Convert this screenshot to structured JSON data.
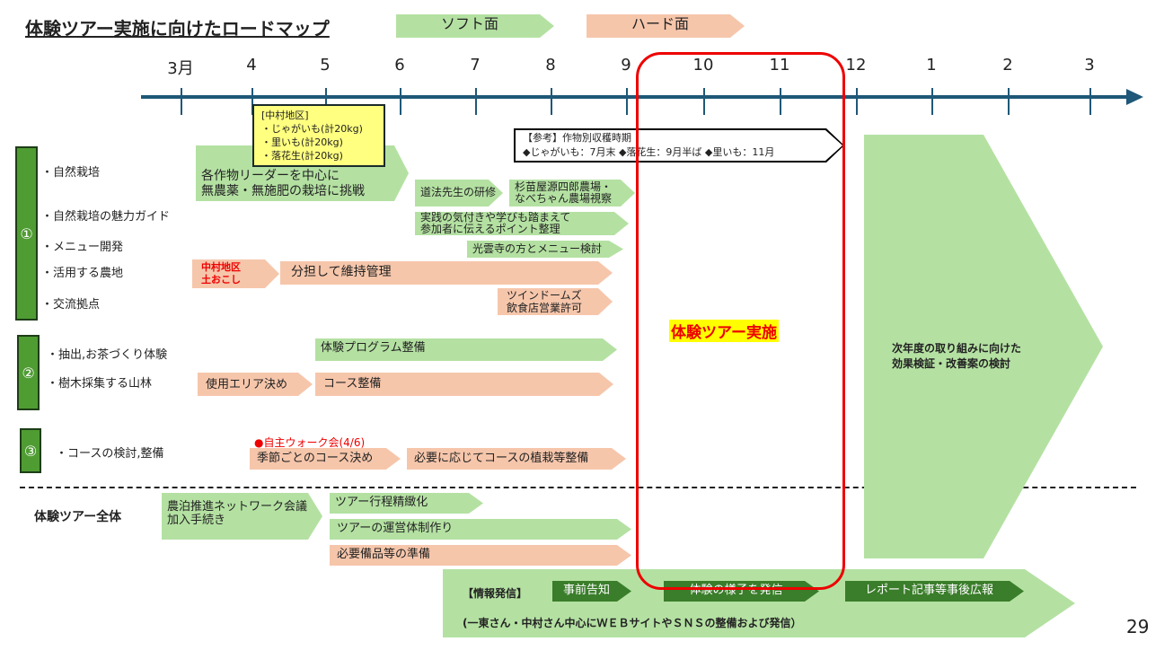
{
  "title": "体験ツアー実施に向けたロードマップ",
  "legend": {
    "soft": "ソフト面",
    "hard": "ハード面"
  },
  "months": [
    "3月",
    "4",
    "5",
    "6",
    "7",
    "8",
    "9",
    "10",
    "11",
    "12",
    "1",
    "2",
    "3"
  ],
  "yellow_note": {
    "title": "[中村地区]",
    "items": [
      "・じゃがいも(計20kg)",
      "・里いも(計20kg)",
      "・落花生(計20kg)"
    ]
  },
  "reference": {
    "title": "【参考】作物別収穫時期",
    "body": "◆じゃがいも：7月末 ◆落花生：9月半ば ◆里いも：11月"
  },
  "sections": [
    {
      "number": "①",
      "items": [
        "・自然栽培",
        "・自然栽培の魅力ガイド",
        "・メニュー開発",
        "・活用する農地",
        "・交流拠点"
      ]
    },
    {
      "number": "②",
      "items": [
        "・抽出,お茶づくり体験",
        "・樹木採集する山林"
      ]
    },
    {
      "number": "③",
      "items": [
        "・コースの検討,整備"
      ]
    }
  ],
  "tasks": {
    "cultivation1": [
      "各作物リーダーを中心に",
      "無農薬・無施肥の栽培に挑戦"
    ],
    "training": "道法先生の研修",
    "farm_visit": [
      "杉苗屋源四郎農場・",
      "なべちゃん農場視察"
    ],
    "guide_points": [
      "実践の気付きや学びも踏まえて",
      "参加者に伝えるポイント整理"
    ],
    "menu": "光雲寺の方とメニュー検討",
    "tilling": [
      "中村地区",
      "土おこし"
    ],
    "maintenance": "分担して維持管理",
    "restaurant": [
      "ツインドームズ",
      "飲食店営業許可"
    ],
    "program": "体験プログラム整備",
    "area": "使用エリア決め",
    "course_dev": "コース整備",
    "walk_event": "●自主ウォーク会(4/6)",
    "season_course": "季節ごとのコース決め",
    "planting": "必要に応じてコースの植栽等整備",
    "network": [
      "農泊推進ネットワーク会議",
      "加入手続き"
    ],
    "itinerary": "ツアー行程精緻化",
    "operation": "ツアーの運営体制作り",
    "equipment": "必要備品等の準備"
  },
  "tour_whole": "体験ツアー全体",
  "implementation": "体験ツアー実施",
  "next_year": [
    "次年度の取り組みに向けた",
    "効果検証・改善案の検討"
  ],
  "info": {
    "label": "【情報発信】",
    "steps": [
      "事前告知",
      "体験の様子を発信",
      "レポート記事等事後広報"
    ],
    "note": "(一東さん・中村さん中心にＷＥＢサイトやＳＮＳの整備および発信）"
  },
  "page_number": "29"
}
